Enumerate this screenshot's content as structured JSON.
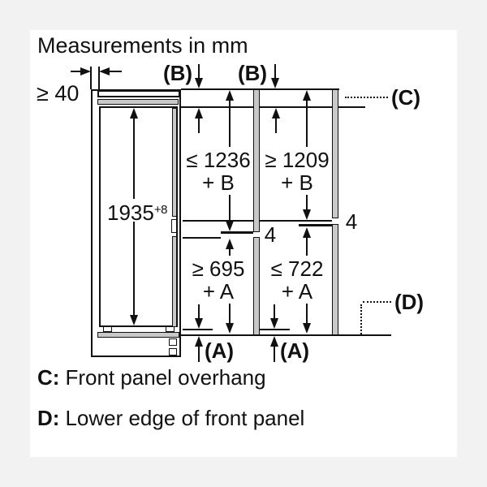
{
  "title": "Measurements in mm",
  "colors": {
    "ink": "#111111",
    "panel": "#c9c9c9",
    "page": "#f2f2f2",
    "sheet": "#ffffff"
  },
  "labels": {
    "a": "(A)",
    "b": "(B)",
    "c": "(C)",
    "d": "(D)"
  },
  "dimensions": {
    "side_clearance": "≥ 40",
    "niche_height": "1935",
    "niche_height_tolerance": "+8",
    "upper_panel_max": "≤ 1236",
    "upper_panel_max_suffix": "+ B",
    "upper_panel_min": "≥ 1209",
    "upper_panel_min_suffix": "+ B",
    "lower_panel_min": "≥ 695",
    "lower_panel_min_suffix": "+ A",
    "lower_panel_max": "≤ 722",
    "lower_panel_max_suffix": "+ A",
    "panel_gap_left": "4",
    "panel_gap_right": "4"
  },
  "legend": {
    "c_key": "C:",
    "c_text": "Front panel overhang",
    "d_key": "D:",
    "d_text": "Lower edge of front panel"
  }
}
